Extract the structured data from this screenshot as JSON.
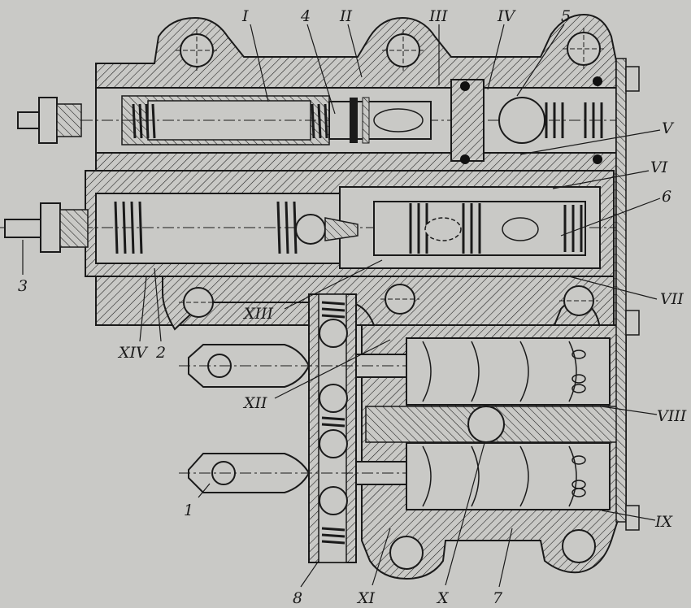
{
  "figure": {
    "colors": {
      "background": "#c9c9c6",
      "ink": "#1a1a1a",
      "seal": "#111111"
    },
    "labels": {
      "l_I": "I",
      "l_4": "4",
      "l_II": "II",
      "l_III": "III",
      "l_IV": "IV",
      "l_5": "5",
      "l_V": "V",
      "l_VI": "VI",
      "l_6": "6",
      "l_3": "3",
      "l_XIII": "XIII",
      "l_VII": "VII",
      "l_XIV": "XIV",
      "l_2": "2",
      "l_XII": "XII",
      "l_VIII": "VIII",
      "l_1": "1",
      "l_IX": "IX",
      "l_8": "8",
      "l_XI": "XI",
      "l_X": "X",
      "l_7": "7"
    }
  }
}
